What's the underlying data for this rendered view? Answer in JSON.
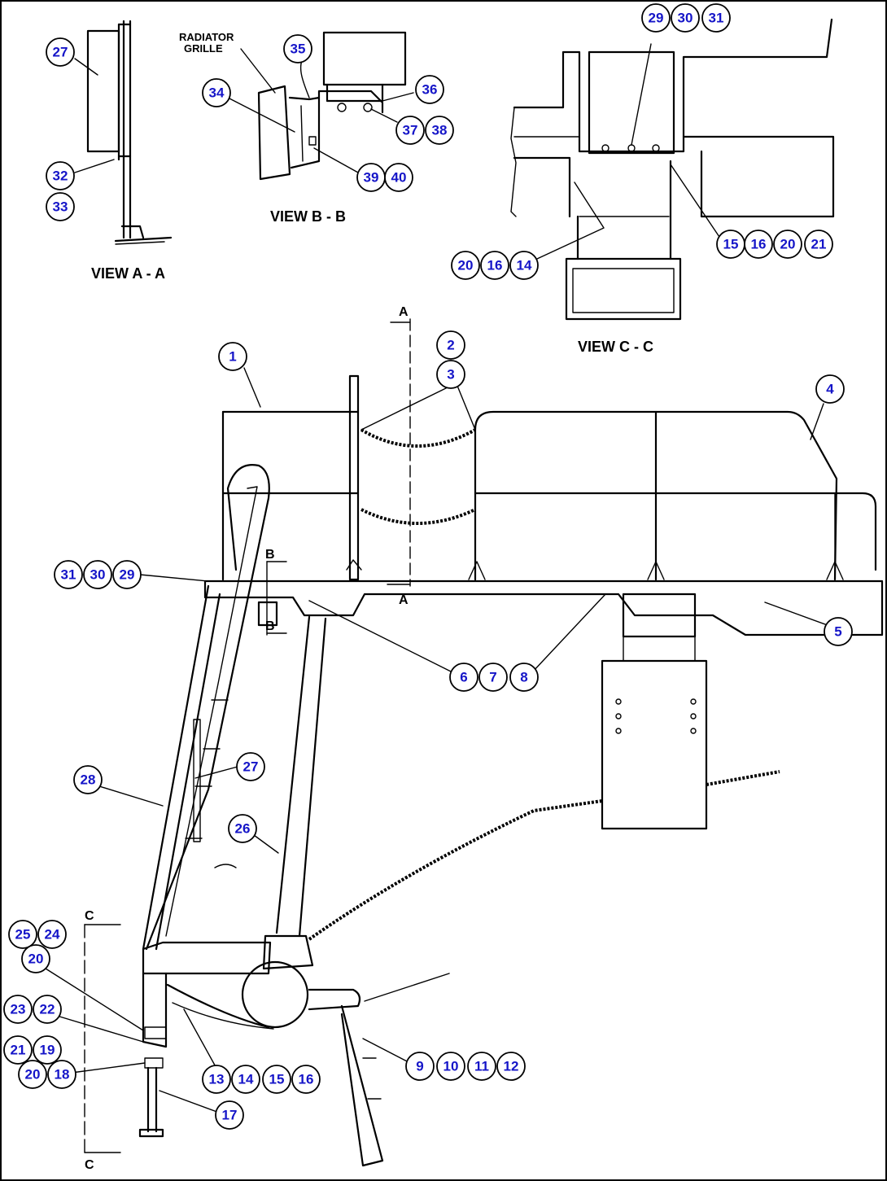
{
  "views": {
    "view_a": "VIEW A - A",
    "view_b": "VIEW B - B",
    "view_c": "VIEW C - C"
  },
  "labels": {
    "radiator_grille_line1": "RADIATOR",
    "radiator_grille_line2": "GRILLE"
  },
  "section_markers": {
    "a_top": "A",
    "a_bottom": "A",
    "b_top": "B",
    "b_bottom": "B",
    "c_top": "C",
    "c_bottom": "C"
  },
  "callouts": [
    "27",
    "32",
    "33",
    "35",
    "34",
    "36",
    "37",
    "38",
    "39",
    "40",
    "29",
    "30",
    "31",
    "15",
    "16",
    "20",
    "21",
    "20",
    "16",
    "14",
    "2",
    "3",
    "1",
    "4",
    "31",
    "30",
    "29",
    "5",
    "6",
    "7",
    "8",
    "28",
    "27",
    "26",
    "25",
    "24",
    "20",
    "23",
    "22",
    "21",
    "19",
    "20",
    "18",
    "13",
    "14",
    "15",
    "16",
    "9",
    "10",
    "11",
    "12",
    "17"
  ]
}
